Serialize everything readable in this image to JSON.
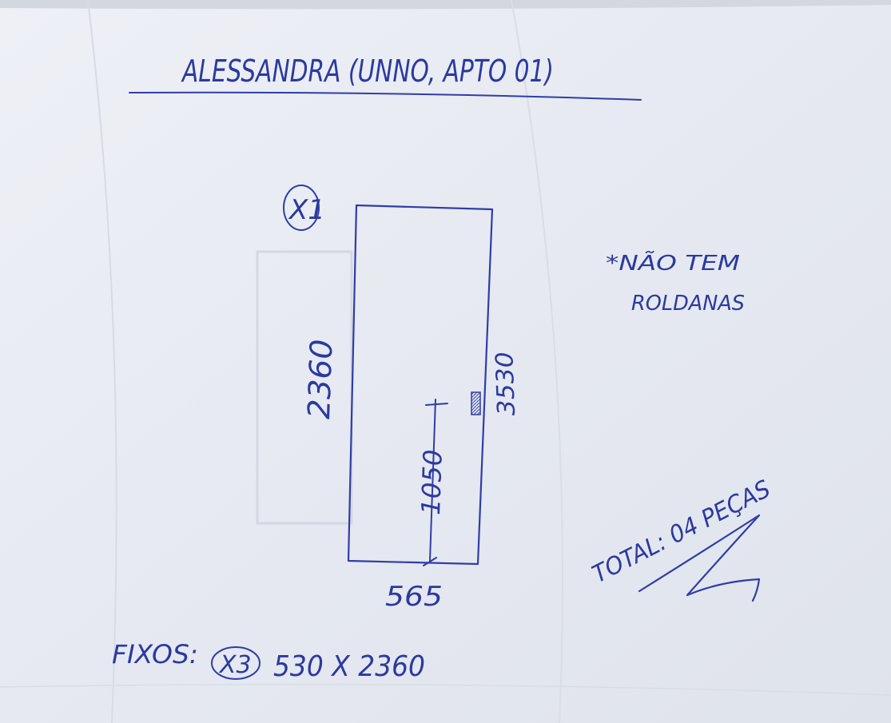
{
  "sheet": {
    "title": "ALESSANDRA (UNNO, APTO 01)",
    "door": {
      "quantity_mark": "X1",
      "height_label": "2360",
      "width_label": "565",
      "handle_height_label": "1050",
      "side_label": "3530"
    },
    "note": {
      "line1": "*NÃO TEM",
      "line2": "ROLDANAS"
    },
    "total": "TOTAL: 04 PEÇAS",
    "fixed": {
      "label": "FIXOS:",
      "quantity_mark": "X3",
      "dimensions": "530 X 2360"
    }
  },
  "colors": {
    "ink": "#2f3da8",
    "paper": "#e9ecf3"
  }
}
